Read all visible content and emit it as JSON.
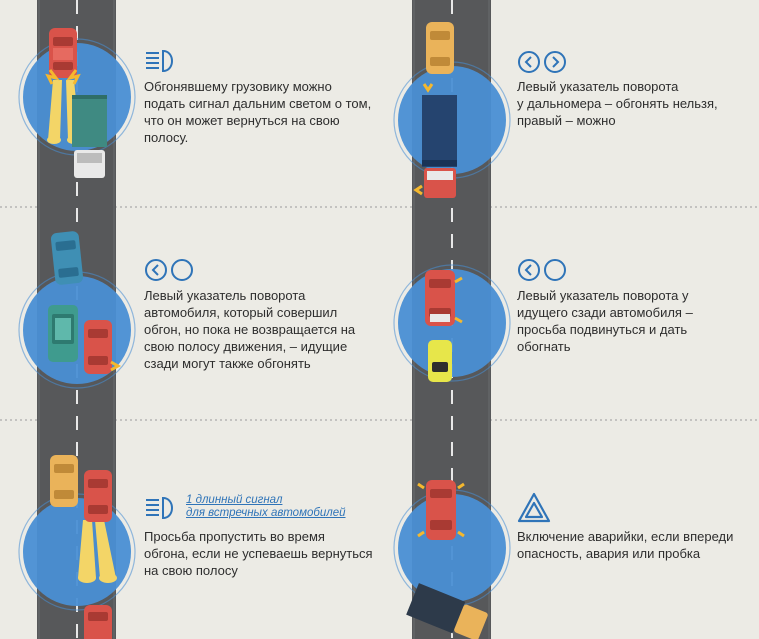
{
  "colors": {
    "background": "#ecebe5",
    "road": "#57585a",
    "circle": "#4a90d4",
    "icon": "#2f74b8",
    "beam": "#f3d567",
    "signal": "#f5b82e",
    "text": "#2e2e2e"
  },
  "sections": [
    {
      "icon": "high-beam-icon",
      "lines": [
        "Обгонявшему грузовику можно",
        "подать сигнал дальним светом о том,",
        "что он может вернуться на свою",
        "полосу."
      ]
    },
    {
      "icon": "turn-signals-both-icon",
      "lines": [
        "Левый указатель поворота",
        "у дальномера – обгонять нельзя,",
        "правый – можно"
      ]
    },
    {
      "icon": "left-turn-signal-icon",
      "lines": [
        "Левый указатель поворота",
        "автомобиля, который совершил",
        "обгон, но пока не возвращается на",
        "свою полосу движения, – идущие",
        "сзади могут также обгонять"
      ]
    },
    {
      "icon": "left-turn-signal-icon",
      "lines": [
        "Левый указатель поворота у",
        "идущего сзади автомобиля –",
        "просьба подвинуться и дать",
        "обогнать"
      ]
    },
    {
      "icon": "high-beam-icon",
      "note": [
        "1 длинный сигнал",
        "для встречных автомобилей"
      ],
      "lines": [
        "Просьба пропустить во время",
        "обгона, если не успеваешь вернуться",
        "на свою полосу"
      ]
    },
    {
      "icon": "hazard-warning-icon",
      "lines": [
        "Включение аварийки, если впереди",
        "опасность, авария или пробка"
      ]
    }
  ]
}
